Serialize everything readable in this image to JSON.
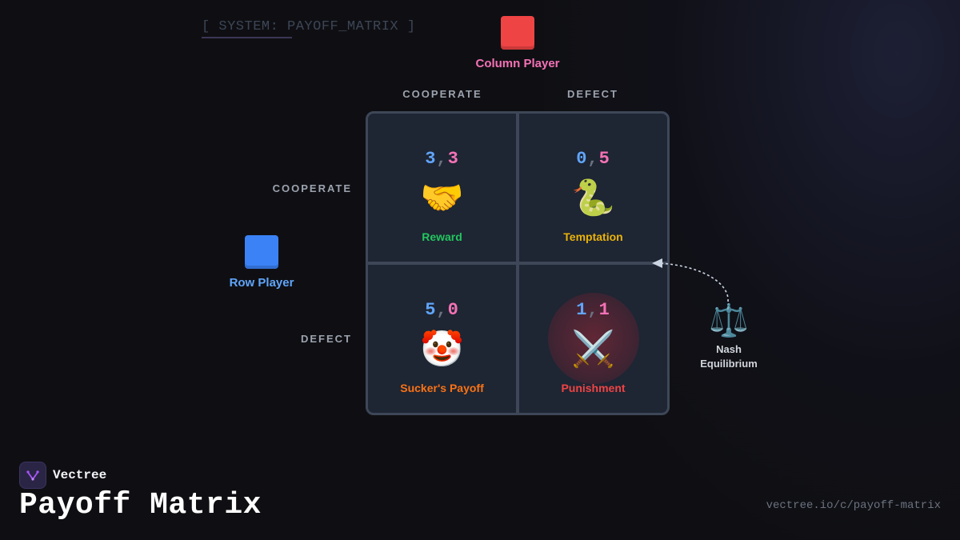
{
  "header": {
    "system_label": "[ SYSTEM: PAYOFF_MATRIX ]"
  },
  "players": {
    "column": {
      "name": "Column Player",
      "color": "#ef4444",
      "icon": "red-square-icon"
    },
    "row": {
      "name": "Row Player",
      "color": "#3b82f6",
      "icon": "blue-square-icon"
    }
  },
  "strategies": {
    "columns": [
      "COOPERATE",
      "DEFECT"
    ],
    "rows": [
      "COOPERATE",
      "DEFECT"
    ]
  },
  "matrix": {
    "cc": {
      "row_payoff": "3",
      "col_payoff": "3",
      "separator": ",",
      "emoji": "🤝",
      "icon": "handshake-icon",
      "label": "Reward",
      "color": "#22c55e"
    },
    "cd": {
      "row_payoff": "0",
      "col_payoff": "5",
      "separator": ",",
      "emoji": "🐍",
      "icon": "snake-icon",
      "label": "Temptation",
      "color": "#eab308"
    },
    "dc": {
      "row_payoff": "5",
      "col_payoff": "0",
      "separator": ",",
      "emoji": "🤡",
      "icon": "clown-icon",
      "label": "Sucker's Payoff",
      "color": "#f97316"
    },
    "dd": {
      "row_payoff": "1",
      "col_payoff": "1",
      "separator": ",",
      "emoji": "⚔️",
      "icon": "crossed-swords-icon",
      "label": "Punishment",
      "color": "#ef4444"
    }
  },
  "nash": {
    "emoji": "⚖️",
    "icon": "balance-scale-icon",
    "line1": "Nash",
    "line2": "Equilibrium"
  },
  "footer": {
    "brand": "Vectree",
    "title": "Payoff Matrix",
    "url": "vectree.io/c/payoff-matrix"
  }
}
